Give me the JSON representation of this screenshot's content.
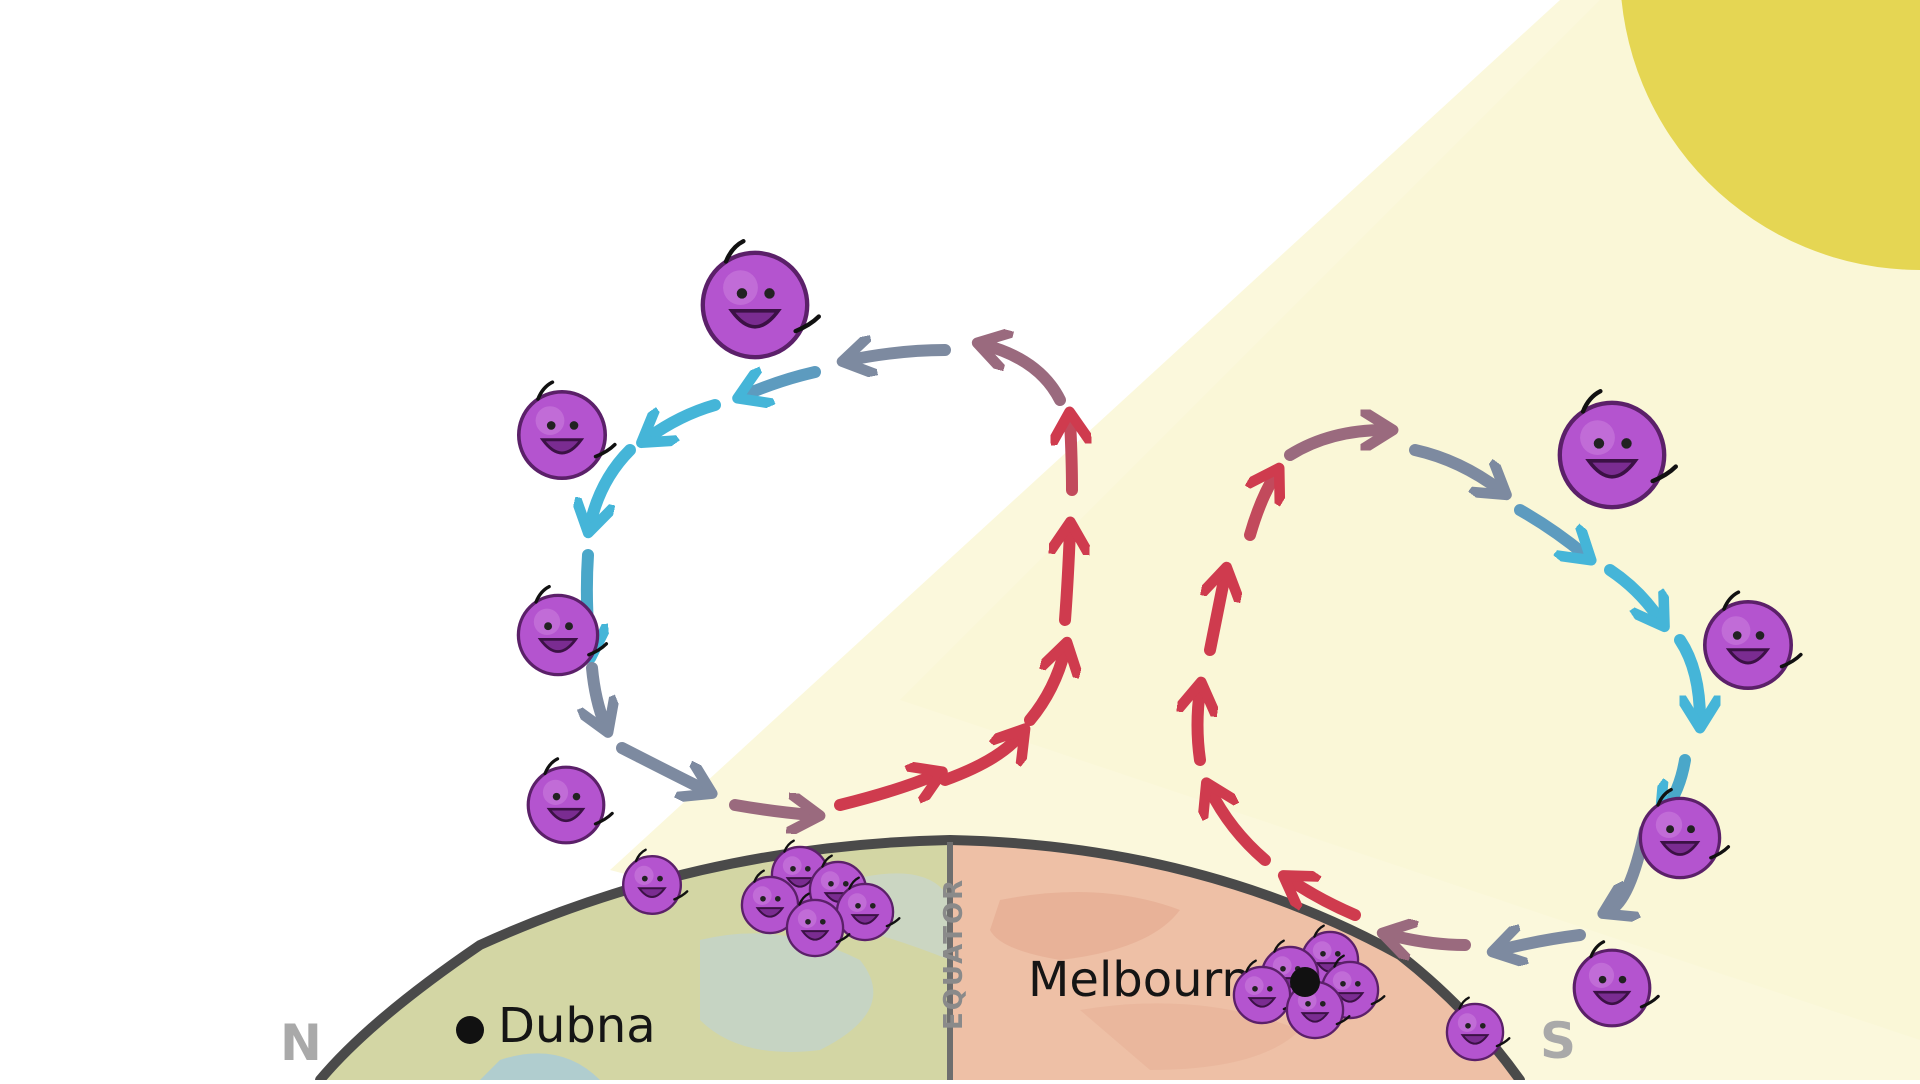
{
  "labels": {
    "north": "N",
    "south": "S",
    "equator": "EQUATOR",
    "city_north": "Dubna",
    "city_south": "Melbourne"
  },
  "colors": {
    "sun": "#e5d653",
    "sunlight": "#fbf8dc",
    "hemisphere_north": "#d3d6a4",
    "hemisphere_south": "#eec0a6",
    "earth_outline": "#4a4a4a",
    "arrow_cool": "#45b5d8",
    "arrow_mid": "#7d8aa0",
    "arrow_warm": "#cf3b4e",
    "creature": "#b454cf",
    "creature_dark": "#7a2c91"
  },
  "icons": {
    "sun": "sun-icon",
    "creature": "bacteria-creature-icon",
    "city_marker": "city-dot-icon"
  }
}
